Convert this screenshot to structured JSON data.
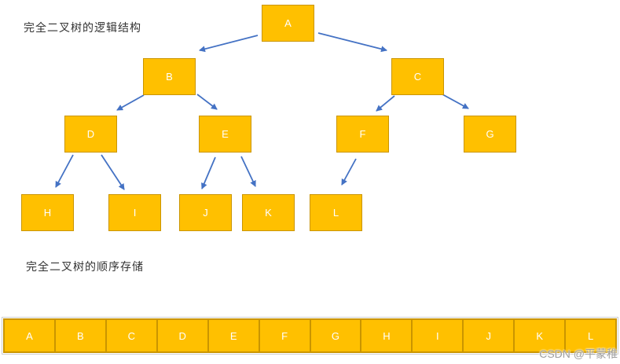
{
  "titles": {
    "logical": "完全二叉树的逻辑结构",
    "sequential": "完全二叉树的顺序存储"
  },
  "tree": {
    "nodes": [
      {
        "id": "A",
        "label": "A"
      },
      {
        "id": "B",
        "label": "B"
      },
      {
        "id": "C",
        "label": "C"
      },
      {
        "id": "D",
        "label": "D"
      },
      {
        "id": "E",
        "label": "E"
      },
      {
        "id": "F",
        "label": "F"
      },
      {
        "id": "G",
        "label": "G"
      },
      {
        "id": "H",
        "label": "H"
      },
      {
        "id": "I",
        "label": "I"
      },
      {
        "id": "J",
        "label": "J"
      },
      {
        "id": "K",
        "label": "K"
      },
      {
        "id": "L",
        "label": "L"
      }
    ],
    "edges": [
      [
        "A",
        "B"
      ],
      [
        "A",
        "C"
      ],
      [
        "B",
        "D"
      ],
      [
        "B",
        "E"
      ],
      [
        "C",
        "F"
      ],
      [
        "C",
        "G"
      ],
      [
        "D",
        "H"
      ],
      [
        "D",
        "I"
      ],
      [
        "E",
        "J"
      ],
      [
        "E",
        "K"
      ],
      [
        "F",
        "L"
      ]
    ]
  },
  "storage": {
    "cells": [
      "A",
      "B",
      "C",
      "D",
      "E",
      "F",
      "G",
      "H",
      "I",
      "J",
      "K",
      "L"
    ]
  },
  "watermark": {
    "text": "CSDN @平蒙稚"
  },
  "colors": {
    "node_fill": "#FFC000",
    "node_border": "#CA9500",
    "arrow": "#4472C4",
    "title_text": "#333333",
    "watermark_text": "#9E9E9E"
  }
}
